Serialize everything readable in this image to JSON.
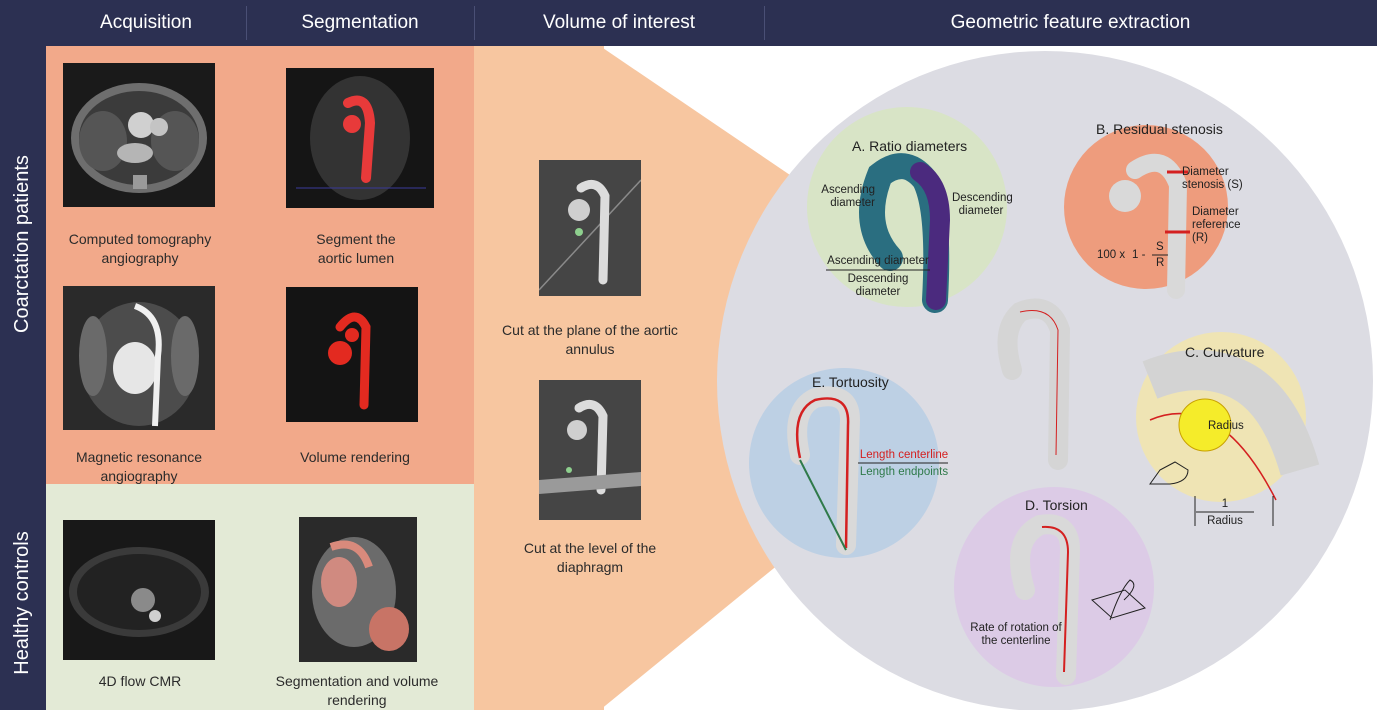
{
  "header": {
    "acquisition": "Acquisition",
    "segmentation": "Segmentation",
    "voi": "Volume of interest",
    "geometric": "Geometric feature extraction"
  },
  "rows": {
    "coarctation": "Coarctation patients",
    "healthy": "Healthy controls"
  },
  "captions": {
    "cta": "Computed tomography angiography",
    "segment": "Segment the aortic lumen",
    "mra": "Magnetic resonance angiography",
    "volume_rendering": "Volume rendering",
    "flow": "4D flow CMR",
    "seg_vol": "Segmentation and volume rendering",
    "cut_annulus": "Cut at the plane of the aortic annulus",
    "cut_diaphragm": "Cut at the level of the diaphragm"
  },
  "features": {
    "ratio": {
      "title": "A. Ratio diameters",
      "asc": "Ascending diameter",
      "desc": "Descending diameter",
      "frac_num": "Ascending diameter",
      "frac_den": "Descending diameter",
      "color": "#d8e4c6"
    },
    "stenosis": {
      "title": "B. Residual stenosis",
      "ds": "Diameter stenosis (S)",
      "dr": "Diameter reference (R)",
      "formula_pre": "100 x",
      "formula_one": "1 -",
      "formula_s": "S",
      "formula_r": "R",
      "color": "#ee9c7d"
    },
    "curvature": {
      "title": "C. Curvature",
      "radius": "Radius",
      "frac_num": "1",
      "frac_den": "Radius",
      "color": "#efe4b4"
    },
    "torsion": {
      "title": "D. Torsion",
      "rate": "Rate of rotation of the centerline",
      "color": "#dccbe6"
    },
    "tortuosity": {
      "title": "E. Tortuosity",
      "num": "Length centerline",
      "den": "Length endpoints",
      "color": "#bdd0e4"
    }
  },
  "colors": {
    "navy": "#2c3052",
    "salmon": "#f2a98a",
    "light_green": "#e3ead6",
    "peach": "#f7c6a0",
    "big_circle": "#dcdce3",
    "red_line": "#d42020",
    "green_line": "#2f7a4a"
  }
}
